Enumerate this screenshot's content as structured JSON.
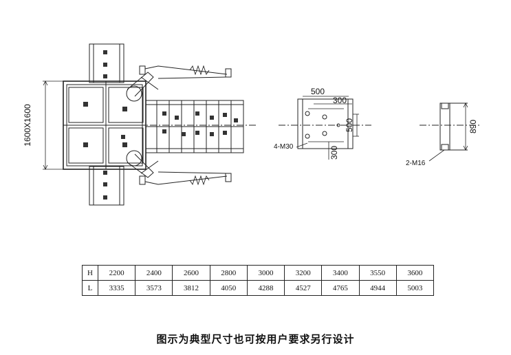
{
  "dimensions": {
    "overall": "1600X1600",
    "anchor_spacing_outer": "500",
    "anchor_spacing_inner": "300",
    "anchor_vertical_outer": "500",
    "anchor_vertical_inner": "300",
    "anchor_bolt_left": "4-M30",
    "right_height": "890",
    "anchor_bolt_right": "2-M16"
  },
  "table": {
    "headers": [
      "H",
      "L"
    ],
    "h_values": [
      "2200",
      "2400",
      "2600",
      "2800",
      "3000",
      "3200",
      "3400",
      "3550",
      "3600"
    ],
    "l_values": [
      "3335",
      "3573",
      "3812",
      "4050",
      "4288",
      "4527",
      "4765",
      "4944",
      "5003"
    ]
  },
  "caption": "图示为典型尺寸也可按用户要求另行设计"
}
